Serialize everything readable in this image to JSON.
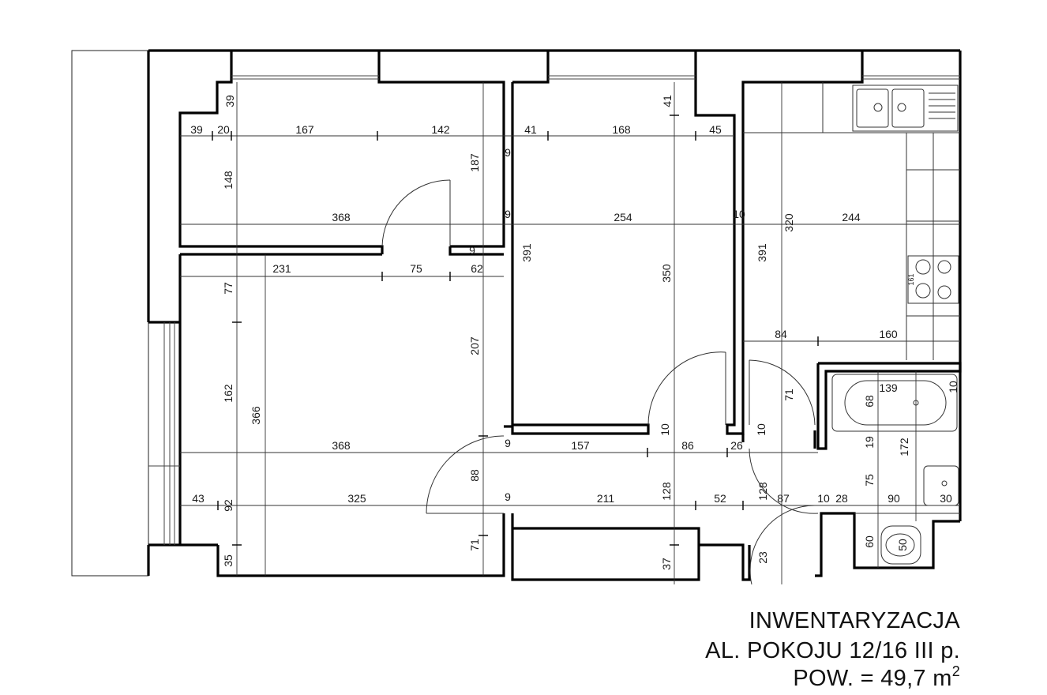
{
  "title": {
    "line1": "INWENTARYZACJA",
    "line2": "AL. POKOJU 12/16 III p.",
    "line3_prefix": "POW. = 49,7 m",
    "line3_sup": "2"
  },
  "dimensions": {
    "d39a": "39",
    "d39b": "39",
    "d20": "20",
    "d167": "167",
    "d142": "142",
    "d41a": "41",
    "d168": "168",
    "d41b": "41",
    "d45": "45",
    "d187": "187",
    "d148": "148",
    "d368a": "368",
    "d254": "254",
    "d320": "320",
    "d244": "244",
    "d9a": "9",
    "d9b": "9",
    "d9c": "9",
    "d9d": "9",
    "d9e": "9",
    "d10a": "10",
    "d231": "231",
    "d75a": "75",
    "d62": "62",
    "d391a": "391",
    "d350": "350",
    "d391b": "391",
    "d161": "161",
    "d77": "77",
    "d84": "84",
    "d160": "160",
    "d207": "207",
    "d139": "139",
    "d10b": "10",
    "d162": "162",
    "d366": "366",
    "d68": "68",
    "d71a": "71",
    "d10c": "10",
    "d10d": "10",
    "d368b": "368",
    "d157": "157",
    "d86": "86",
    "d26": "26",
    "d19": "19",
    "d172": "172",
    "d88": "88",
    "d75b": "75",
    "d43": "43",
    "d92": "92",
    "d325": "325",
    "d211": "211",
    "d128a": "128",
    "d52": "52",
    "d128b": "128",
    "d87": "87",
    "d10e": "10",
    "d28": "28",
    "d90": "90",
    "d30": "30",
    "d71b": "71",
    "d60": "60",
    "d50": "50",
    "d35": "35",
    "d37": "37",
    "d23": "23"
  }
}
